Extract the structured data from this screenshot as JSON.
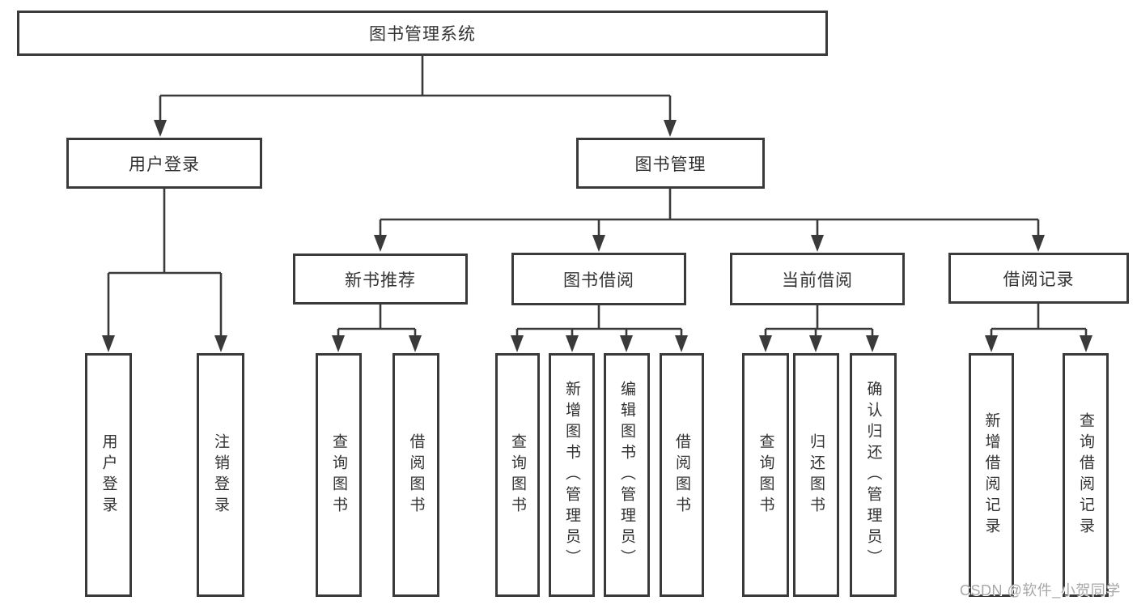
{
  "diagram": {
    "title": "图书管理系统",
    "root": {
      "label": "图书管理系统"
    },
    "branches": [
      {
        "label": "用户登录",
        "children": [
          {
            "label": "用户登录"
          },
          {
            "label": "注销登录"
          }
        ]
      },
      {
        "label": "图书管理",
        "children": [
          {
            "label": "新书推荐",
            "children": [
              {
                "label": "查询图书"
              },
              {
                "label": "借阅图书"
              }
            ]
          },
          {
            "label": "图书借阅",
            "children": [
              {
                "label": "查询图书"
              },
              {
                "label": "新增图书（管理员）"
              },
              {
                "label": "编辑图书（管理员）"
              },
              {
                "label": "借阅图书"
              }
            ]
          },
          {
            "label": "当前借阅",
            "children": [
              {
                "label": "查询图书"
              },
              {
                "label": "归还图书"
              },
              {
                "label": "确认归还（管理员）"
              }
            ]
          },
          {
            "label": "借阅记录",
            "children": [
              {
                "label": "新增借阅记录"
              },
              {
                "label": "查询借阅记录"
              }
            ]
          }
        ]
      }
    ],
    "watermark": "CSDN @软件_小贺同学",
    "colors": {
      "line": "#3a3a3a",
      "text": "#333333",
      "background": "#ffffff",
      "watermark": "#a8a8a8"
    }
  }
}
